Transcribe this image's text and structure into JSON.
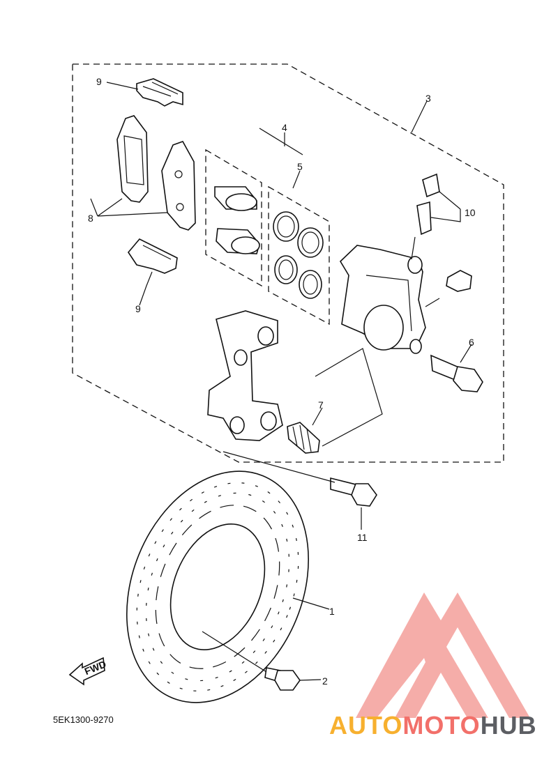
{
  "diagram": {
    "callouts": [
      "1",
      "2",
      "3",
      "4",
      "5",
      "6",
      "7",
      "8",
      "9",
      "9",
      "10",
      "11"
    ],
    "fwd_label": "FWD",
    "part_code": "5EK1300-9270"
  },
  "watermark": {
    "part1": "AUTO",
    "part2": "MOTO",
    "part3": "HUB",
    "colors": {
      "auto": "#f7b02f",
      "moto": "#f2706a",
      "hub": "#5c5e63",
      "logo": "#f4a4a0"
    }
  }
}
